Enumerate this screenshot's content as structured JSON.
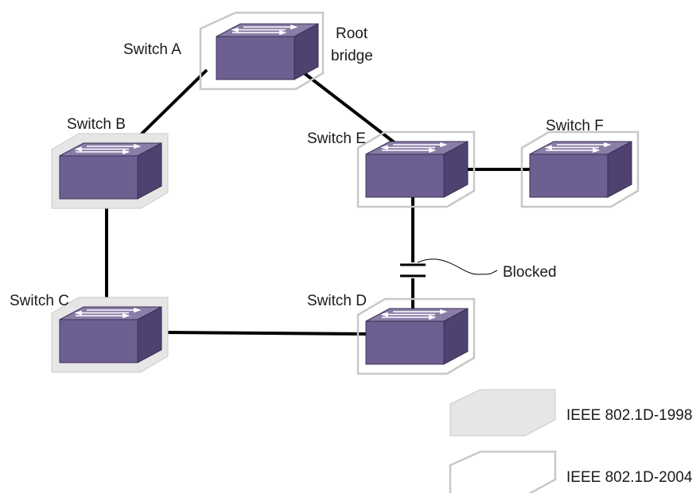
{
  "switches": [
    {
      "id": "A",
      "label": "Switch A",
      "standard": "2004",
      "role_lines": [
        "Root",
        "bridge"
      ]
    },
    {
      "id": "B",
      "label": "Switch B",
      "standard": "1998"
    },
    {
      "id": "C",
      "label": "Switch C",
      "standard": "1998"
    },
    {
      "id": "D",
      "label": "Switch D",
      "standard": "2004"
    },
    {
      "id": "E",
      "label": "Switch E",
      "standard": "2004"
    },
    {
      "id": "F",
      "label": "Switch F",
      "standard": "2004"
    }
  ],
  "links": [
    {
      "from": "A",
      "to": "B",
      "state": "forwarding"
    },
    {
      "from": "A",
      "to": "E",
      "state": "forwarding"
    },
    {
      "from": "B",
      "to": "C",
      "state": "forwarding"
    },
    {
      "from": "C",
      "to": "D",
      "state": "forwarding"
    },
    {
      "from": "E",
      "to": "F",
      "state": "forwarding"
    },
    {
      "from": "E",
      "to": "D",
      "state": "blocked"
    }
  ],
  "blocked_label": "Blocked",
  "legend": [
    {
      "key": "1998",
      "label": "IEEE 802.1D-1998",
      "style": "filled",
      "fill": "#e6e6e6"
    },
    {
      "key": "2004",
      "label": "IEEE 802.1D-2004",
      "style": "outline",
      "stroke": "#c8c8c8"
    }
  ],
  "colors": {
    "switch_top": "#8a7ea8",
    "switch_front": "#6e5f92",
    "switch_side": "#4f4170",
    "arrow": "#ffffff"
  }
}
